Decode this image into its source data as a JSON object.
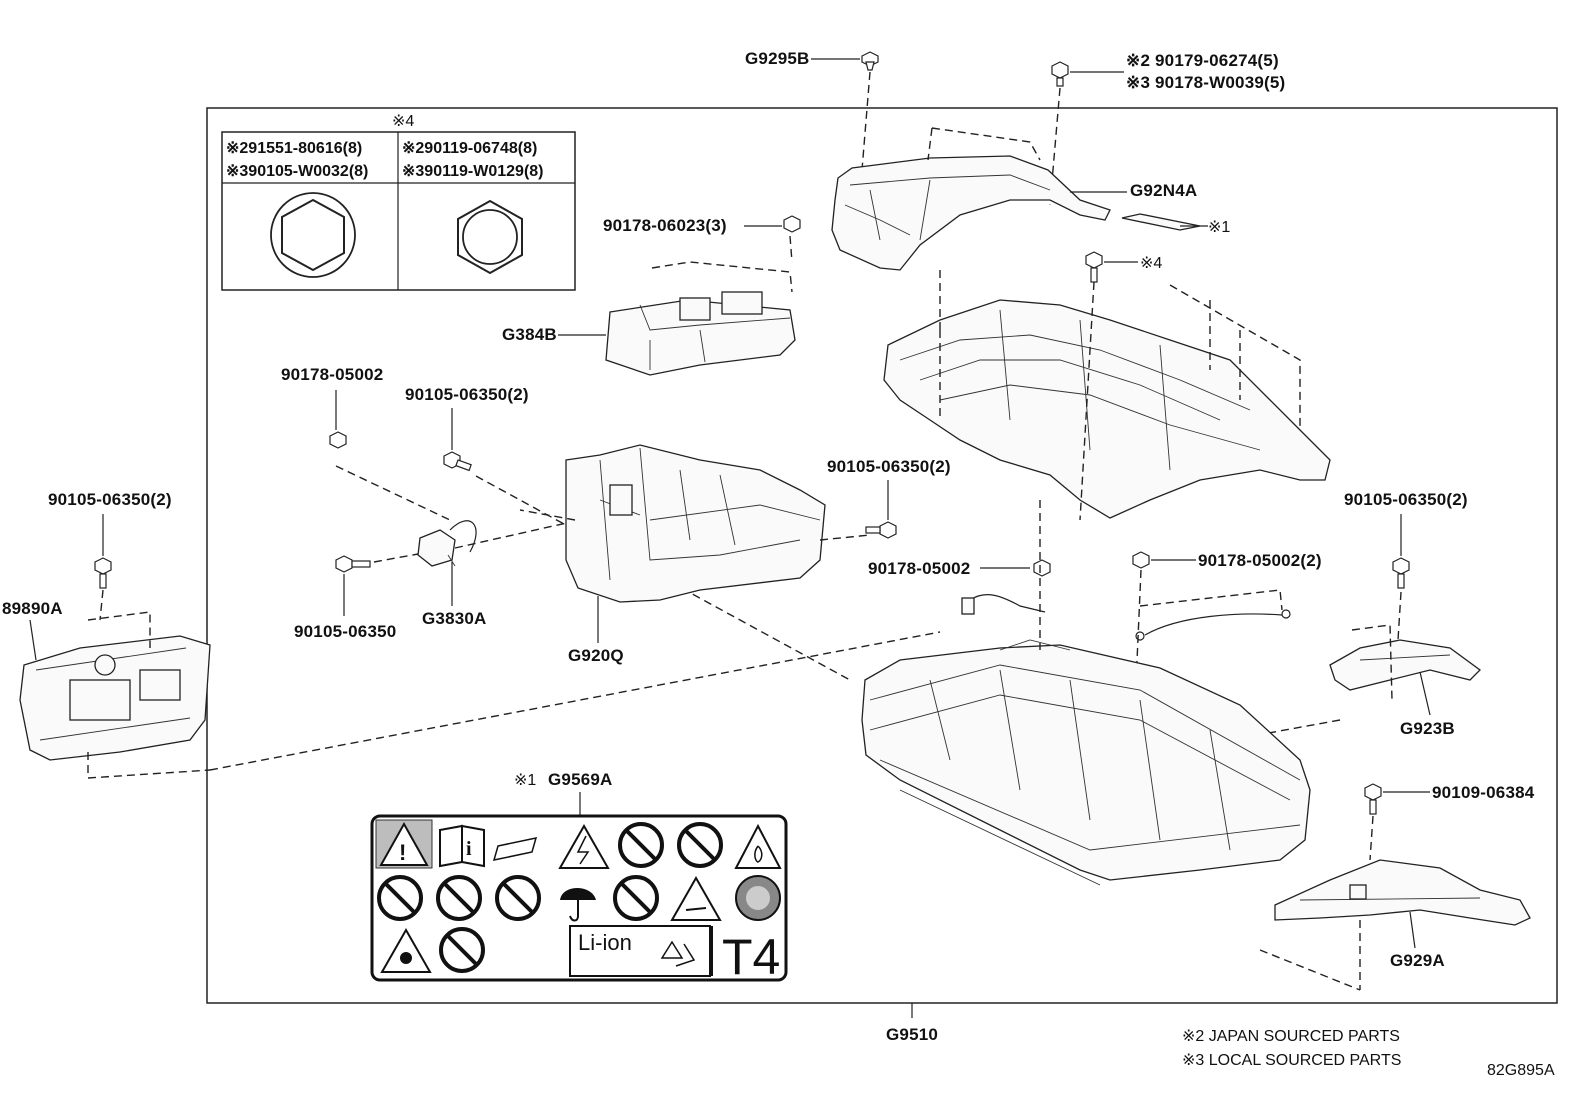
{
  "diagram_code": "82G895A",
  "main_assembly": "G9510",
  "tool_table": {
    "header_note": "※4",
    "cells": [
      [
        "※291551-80616(8)",
        "※290119-06748(8)"
      ],
      [
        "※390105-W0032(8)",
        "※390119-W0129(8)"
      ]
    ]
  },
  "labels": {
    "g9295b": "G9295B",
    "cover_bolt_jp": "※2 90179-06274(5)",
    "cover_bolt_local": "※3 90178-W0039(5)",
    "g92n4a": "G92N4A",
    "note1_mark": "※1",
    "nut_90178_06023": "90178-06023(3)",
    "note4_mark": "※4",
    "g384b": "G384B",
    "nut_90178_05002_a": "90178-05002",
    "bolt_90105_06350_2a": "90105-06350(2)",
    "bolt_90105_06350_2b": "90105-06350(2)",
    "bolt_90105_06350_2c": "90105-06350(2)",
    "bolt_90105_06350_2d": "90105-06350(2)",
    "bolt_90105_06350": "90105-06350",
    "g3830a": "G3830A",
    "g920q": "G920Q",
    "p89890a": "89890A",
    "nut_90178_05002_b": "90178-05002",
    "nut_90178_05002_2": "90178-05002(2)",
    "g923b": "G923B",
    "bolt_90109_06384": "90109-06384",
    "g929a": "G929A",
    "g9569a_mark": "※1",
    "g9569a": "G9569A"
  },
  "label_sheet": {
    "li_ion_text": "Li-ion",
    "class_text": "T4"
  },
  "footnotes": [
    "※2 JAPAN SOURCED PARTS",
    "※3 LOCAL SOURCED PARTS"
  ]
}
